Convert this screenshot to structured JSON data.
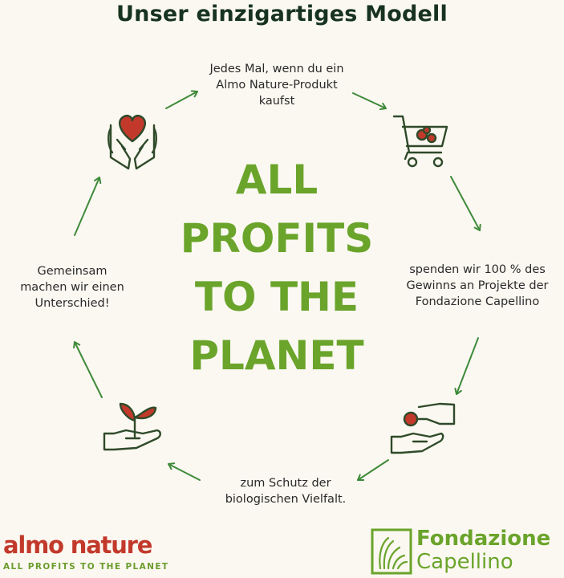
{
  "title": "Unser einzigartiges Modell",
  "center_text": [
    "ALL",
    "PROFITS",
    "TO THE",
    "PLANET"
  ],
  "steps": {
    "buy": [
      "Jedes Mal, wenn du ein",
      "Almo Nature-Produkt",
      "kaufst"
    ],
    "donate": [
      "spenden wir 100 % des",
      "Gewinns an Projekte der",
      "Fondazione Capellino"
    ],
    "protect": [
      "zum Schutz der",
      "biologischen Vielfalt."
    ],
    "together": [
      "Gemeinsam",
      "machen wir einen",
      "Unterschied!"
    ]
  },
  "icons": {
    "top_left": "hands-holding-heart-icon",
    "top_right": "shopping-cart-icon",
    "bottom_right": "hand-giving-coin-icon",
    "bottom_left": "hand-holding-seedling-icon"
  },
  "logos": {
    "almo_name": "almo nature",
    "almo_tagline": "ALL PROFITS TO THE PLANET",
    "fondazione_line1": "Fondazione",
    "fondazione_line2": "Capellino"
  },
  "colors": {
    "background": "#fbf8f1",
    "green": "#6aa42b",
    "arrow_green": "#3f8a3a",
    "red": "#c2392b",
    "dark": "#17331f"
  }
}
